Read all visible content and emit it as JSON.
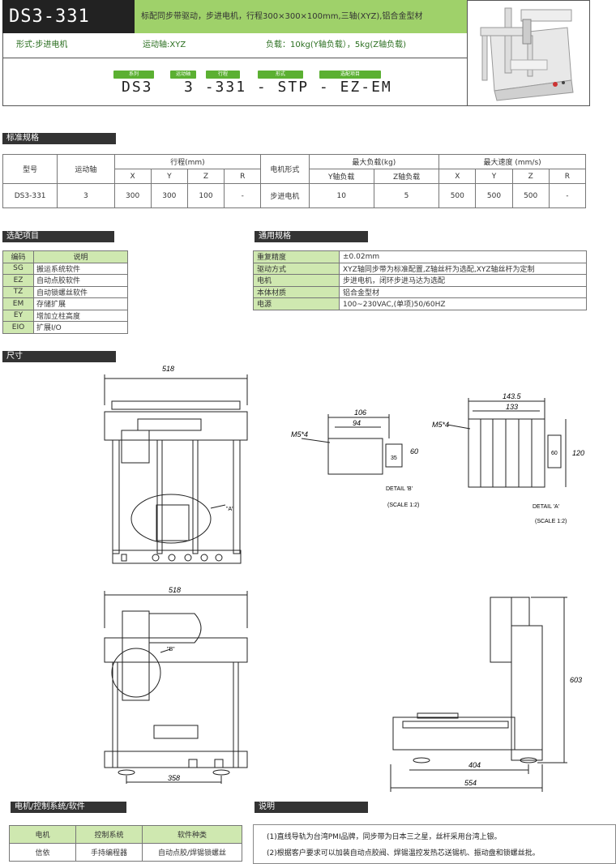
{
  "header": {
    "model": "DS3-331",
    "description": "标配同步带驱动，步进电机，行程300×300×100mm,三轴(XYZ),铝合金型材",
    "form_label": "形式:步进电机",
    "axis_label": "运动轴:XYZ",
    "load_label": "负载：10kg(Y轴负载），5kg(Z轴负载)",
    "tags": [
      "系列",
      "运动轴",
      "行程",
      "形式",
      "选配项目"
    ],
    "code": "DS3   3 -331 - STP - EZ-EM"
  },
  "spec": {
    "title": "标准规格",
    "head_model": "型号",
    "head_axis": "运动轴",
    "head_stroke": "行程(mm)",
    "head_motor": "电机形式",
    "head_load": "最大负载(kg)",
    "head_speed": "最大速度 (mm/s)",
    "stroke_cols": [
      "X",
      "Y",
      "Z",
      "R"
    ],
    "load_cols": [
      "Y轴负载",
      "Z轴负载"
    ],
    "speed_cols": [
      "X",
      "Y",
      "Z",
      "R"
    ],
    "row": {
      "model": "DS3-331",
      "axis": "3",
      "stroke": [
        "300",
        "300",
        "100",
        "-"
      ],
      "motor": "步进电机",
      "load": [
        "10",
        "5"
      ],
      "speed": [
        "500",
        "500",
        "500",
        "-"
      ]
    }
  },
  "options": {
    "title": "选配项目",
    "head_code": "编码",
    "head_desc": "说明",
    "rows": [
      [
        "SG",
        "搬运系统软件"
      ],
      [
        "EZ",
        "自动点胶软件"
      ],
      [
        "TZ",
        "自动锁螺丝软件"
      ],
      [
        "EM",
        "存储扩展"
      ],
      [
        "EY",
        "增加立柱高度"
      ],
      [
        "EIO",
        "扩展I/O"
      ]
    ]
  },
  "general": {
    "title": "通用规格",
    "rows": [
      [
        "重复精度",
        "±0.02mm"
      ],
      [
        "驱动方式",
        "XYZ轴同步带为标准配置,Z轴丝杆为选配,XYZ轴丝杆为定制"
      ],
      [
        "电机",
        "步进电机，闭环步进马达为选配"
      ],
      [
        "本体材质",
        "铝合金型材"
      ],
      [
        "电源",
        "100~230VAC,(单项)50/60HZ"
      ]
    ]
  },
  "dims": {
    "title": "尺寸",
    "top_width": "518",
    "front_width": "518",
    "front_inner": "358",
    "side_height": "603",
    "side_depth": "404",
    "side_total": "554",
    "b_outer": "106",
    "b_inner": "94",
    "b_h1": "35",
    "b_h2": "60",
    "b_hole": "M5*4",
    "b_detail": "DETAIL 'B'",
    "b_scale": "(SCALE 1:2)",
    "a_outer": "143.5",
    "a_inner": "133",
    "a_h1": "60",
    "a_h2": "120",
    "a_hole": "M5*4",
    "a_detail": "DETAIL 'A'",
    "a_scale": "(SCALE 1:2)",
    "call_a": "\"A\"",
    "call_b": "\"B\""
  },
  "motor": {
    "title": "电机/控制系统/软件",
    "headers": [
      "电机",
      "控制系统",
      "软件种类"
    ],
    "row": [
      "信依",
      "手持编程器",
      "自动点胶/焊锡锁螺丝"
    ]
  },
  "notes": {
    "title": "说明",
    "lines": [
      "(1)直线导轨为台湾PMI品牌，同步带为日本三之星，丝杆采用台湾上银。",
      "(2)根据客户要求可以加装自动点胶阀、焊锡温控发热芯送锡机、振动盘和锁螺丝批。"
    ]
  }
}
